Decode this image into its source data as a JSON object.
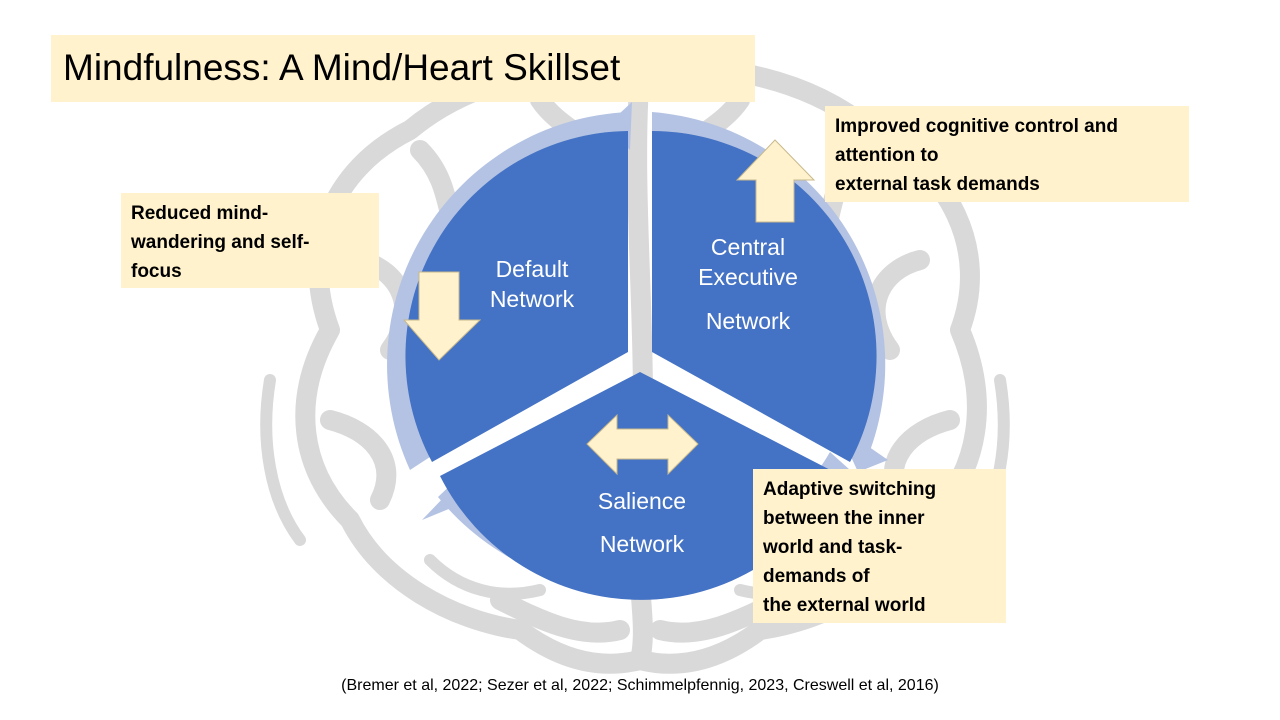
{
  "slide": {
    "title": "Mindfulness: A Mind/Heart Skillset",
    "colors": {
      "segment_fill": "#4472c4",
      "outer_ring": "#b4c3e3",
      "callout_fill": "#fff2cc",
      "brain_outline": "#d9d9d9"
    }
  },
  "diagram": {
    "segments": {
      "default": {
        "line1": "Default",
        "line2": "Network"
      },
      "central": {
        "line1": "Central",
        "line2": "Executive",
        "line3": "Network"
      },
      "salience": {
        "line1": "Salience",
        "line2": "Network"
      }
    },
    "icons": {
      "default": "down-arrow-icon",
      "central": "up-arrow-icon",
      "salience": "left-right-arrow-icon"
    }
  },
  "callouts": {
    "default": [
      "Reduced mind-",
      "wandering and self-",
      "focus"
    ],
    "central": [
      "Improved cognitive control and",
      "attention to",
      "external task demands"
    ],
    "salience": [
      "Adaptive switching",
      "between the inner",
      "world and task-",
      "demands of",
      "the external world"
    ]
  },
  "citation": "(Bremer et al, 2022; Sezer et al, 2022; Schimmelpfennig, 2023, Creswell et al, 2016)"
}
